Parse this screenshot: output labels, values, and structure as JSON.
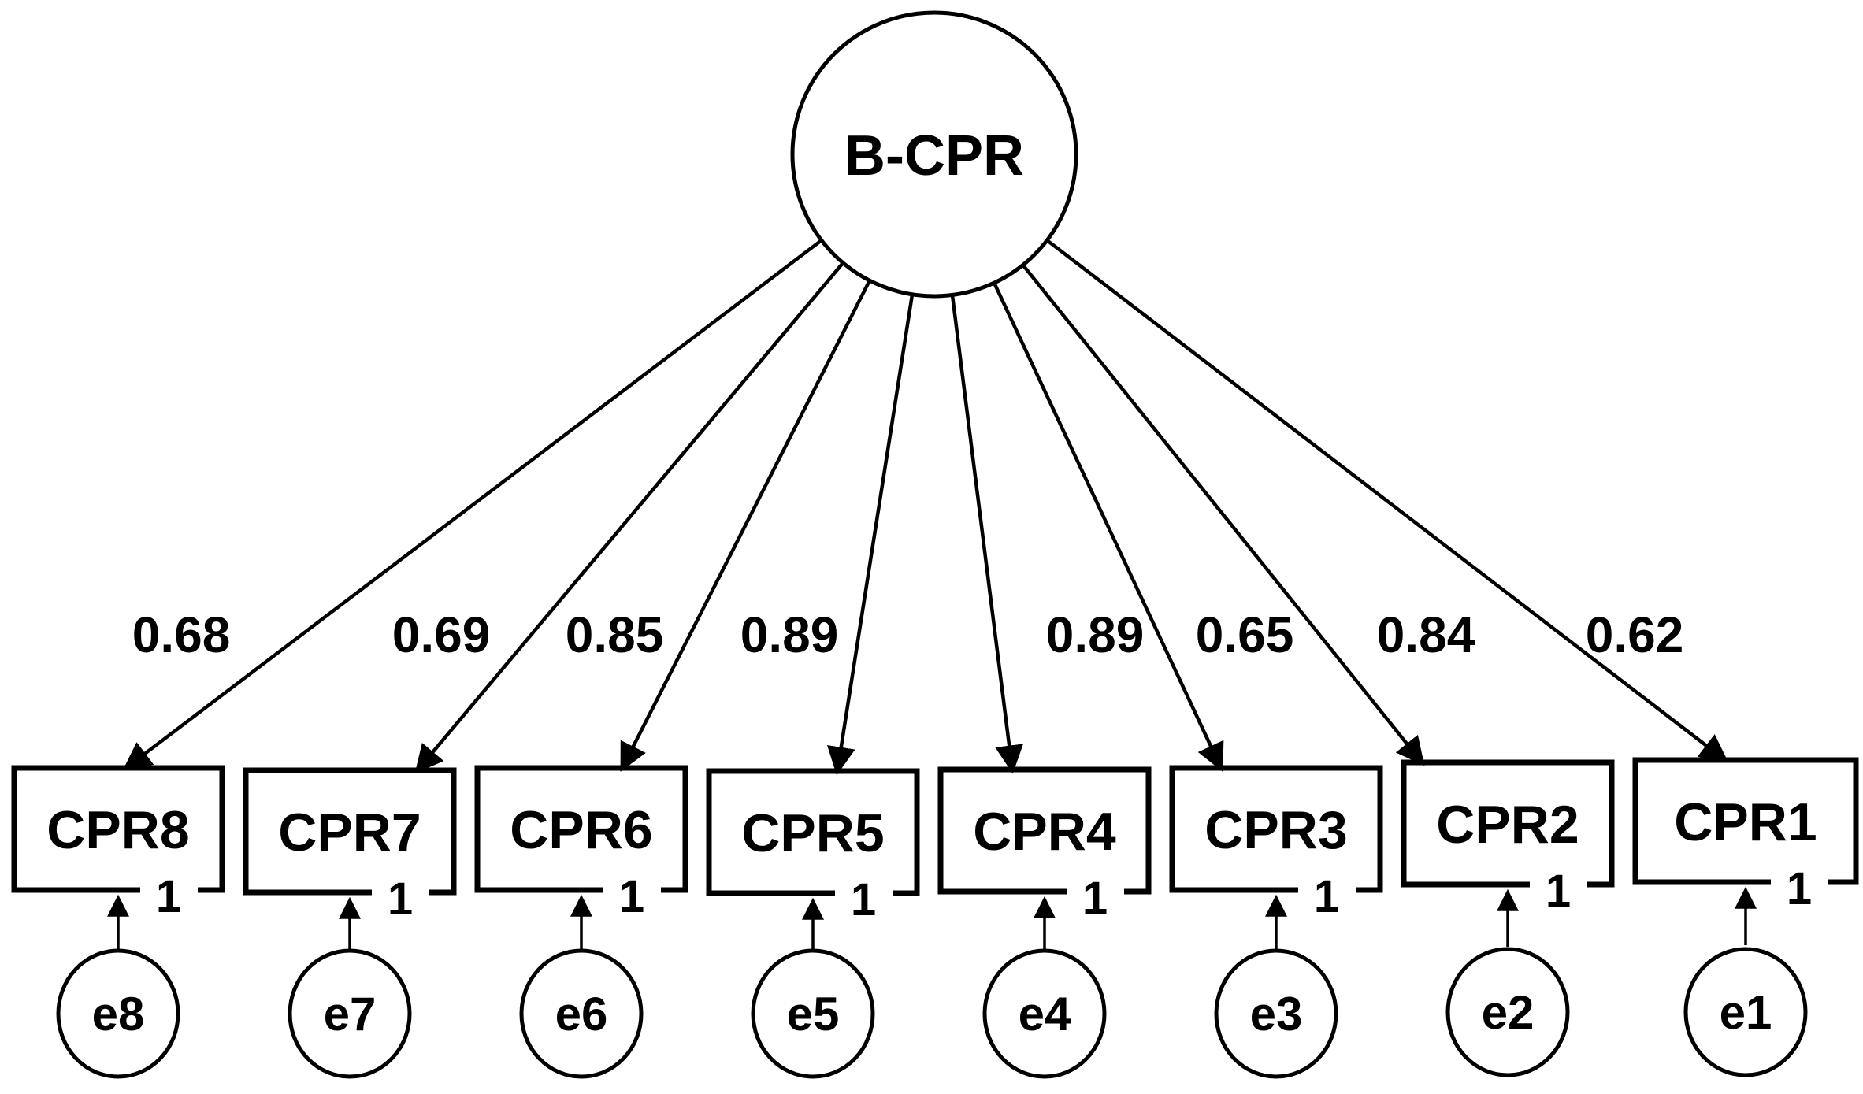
{
  "diagram": {
    "kind": "confirmatory-factor-analysis-path-diagram",
    "latent": {
      "label": "B-CPR",
      "shape": "circle"
    },
    "indicators": [
      {
        "label": "CPR8",
        "loading": "0.68",
        "error": {
          "label": "e8",
          "weight": "1"
        }
      },
      {
        "label": "CPR7",
        "loading": "0.69",
        "error": {
          "label": "e7",
          "weight": "1"
        }
      },
      {
        "label": "CPR6",
        "loading": "0.85",
        "error": {
          "label": "e6",
          "weight": "1"
        }
      },
      {
        "label": "CPR5",
        "loading": "0.89",
        "error": {
          "label": "e5",
          "weight": "1"
        }
      },
      {
        "label": "CPR4",
        "loading": "0.89",
        "error": {
          "label": "e4",
          "weight": "1"
        }
      },
      {
        "label": "CPR3",
        "loading": "0.65",
        "error": {
          "label": "e3",
          "weight": "1"
        }
      },
      {
        "label": "CPR2",
        "loading": "0.84",
        "error": {
          "label": "e2",
          "weight": "1"
        }
      },
      {
        "label": "CPR1",
        "loading": "0.62",
        "error": {
          "label": "e1",
          "weight": "1"
        }
      }
    ],
    "colors": {
      "stroke": "#000000",
      "background": "#ffffff"
    }
  }
}
